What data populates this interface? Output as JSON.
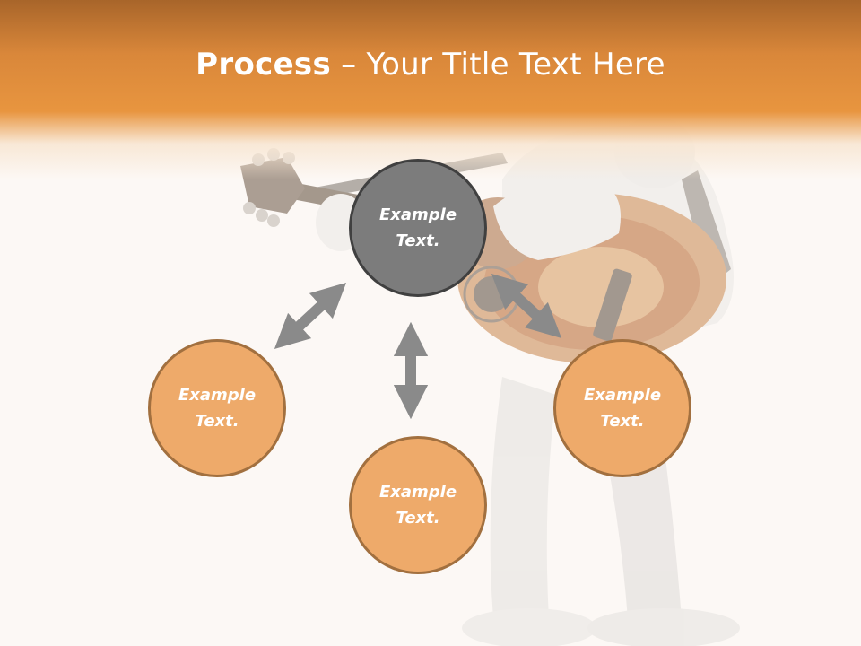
{
  "slide": {
    "title_bold": "Process",
    "title_rest": " – Your Title Text Here"
  },
  "nodes": {
    "center": {
      "line1": "Example",
      "line2": "Text."
    },
    "left": {
      "line1": "Example",
      "line2": "Text."
    },
    "bottom": {
      "line1": "Example",
      "line2": "Text."
    },
    "right": {
      "line1": "Example",
      "line2": "Text."
    }
  },
  "colors": {
    "header_orange": "#e8953f",
    "node_orange": "#eeaa6a",
    "node_orange_border": "#a2703f",
    "node_gray": "#7c7c7c",
    "node_gray_border": "#404040",
    "arrow_gray": "#8a8a8a"
  },
  "decor": {
    "background_illustration": "figure-playing-guitar"
  }
}
